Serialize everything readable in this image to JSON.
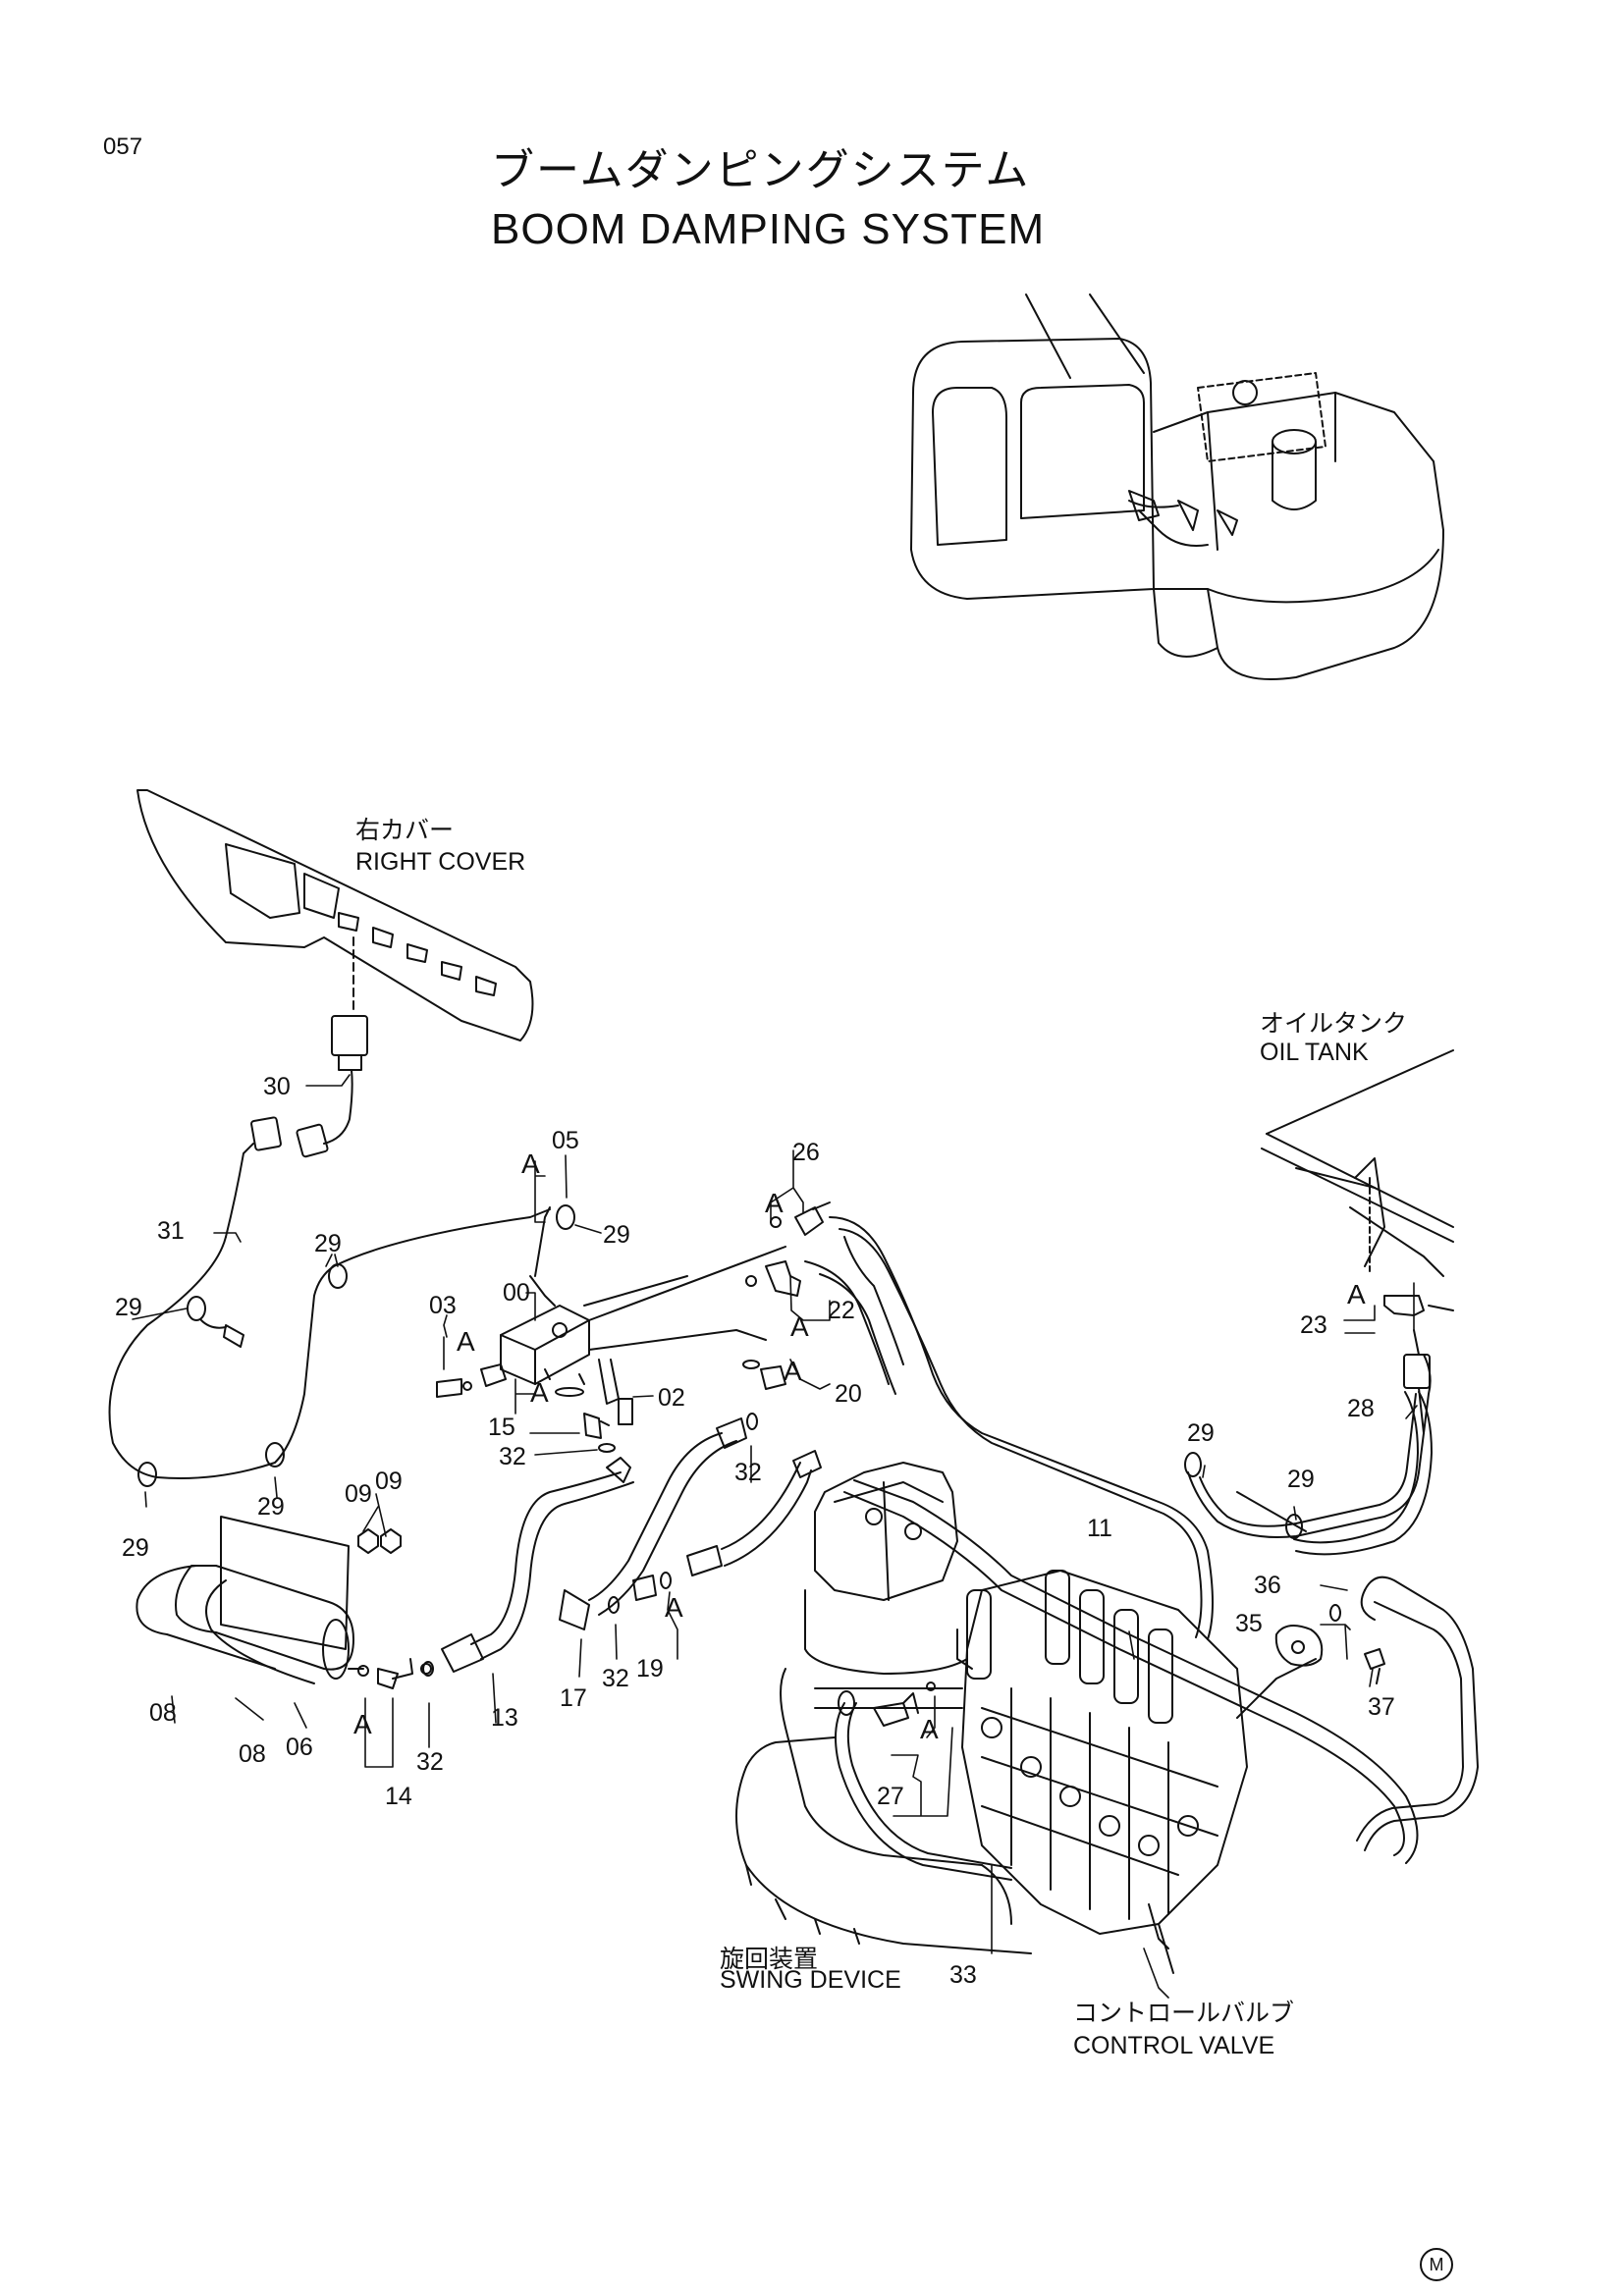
{
  "page_number": "057",
  "title_jp": "ブームダンピングシステム",
  "title_en": "BOOM DAMPING SYSTEM",
  "labels": {
    "right_cover_jp": "右カバー",
    "right_cover_en": "RIGHT COVER",
    "oil_tank_jp": "オイルタンク",
    "oil_tank_en": "OIL TANK",
    "swing_device_jp": "旋回装置",
    "swing_device_en": "SWING DEVICE",
    "control_valve_jp": "コントロールバルブ",
    "control_valve_en": "CONTROL VALVE"
  },
  "part_numbers": {
    "p00": "00",
    "p02": "02",
    "p03": "03",
    "p05": "05",
    "p06": "06",
    "p08a": "08",
    "p08b": "08",
    "p09a": "09",
    "p09b": "09",
    "p11": "11",
    "p13": "13",
    "p14": "14",
    "p15": "15",
    "p17": "17",
    "p19": "19",
    "p20": "20",
    "p22": "22",
    "p23": "23",
    "p26": "26",
    "p27": "27",
    "p28": "28",
    "p29a": "29",
    "p29b": "29",
    "p29c": "29",
    "p29d": "29",
    "p29e": "29",
    "p29f": "29",
    "p29g": "29",
    "p30": "30",
    "p31": "31",
    "p32a": "32",
    "p32b": "32",
    "p32c": "32",
    "p32d": "32",
    "p33": "33",
    "p35": "35",
    "p36": "36",
    "p37": "37"
  },
  "detail_letter": "A",
  "corner_mark": "M"
}
